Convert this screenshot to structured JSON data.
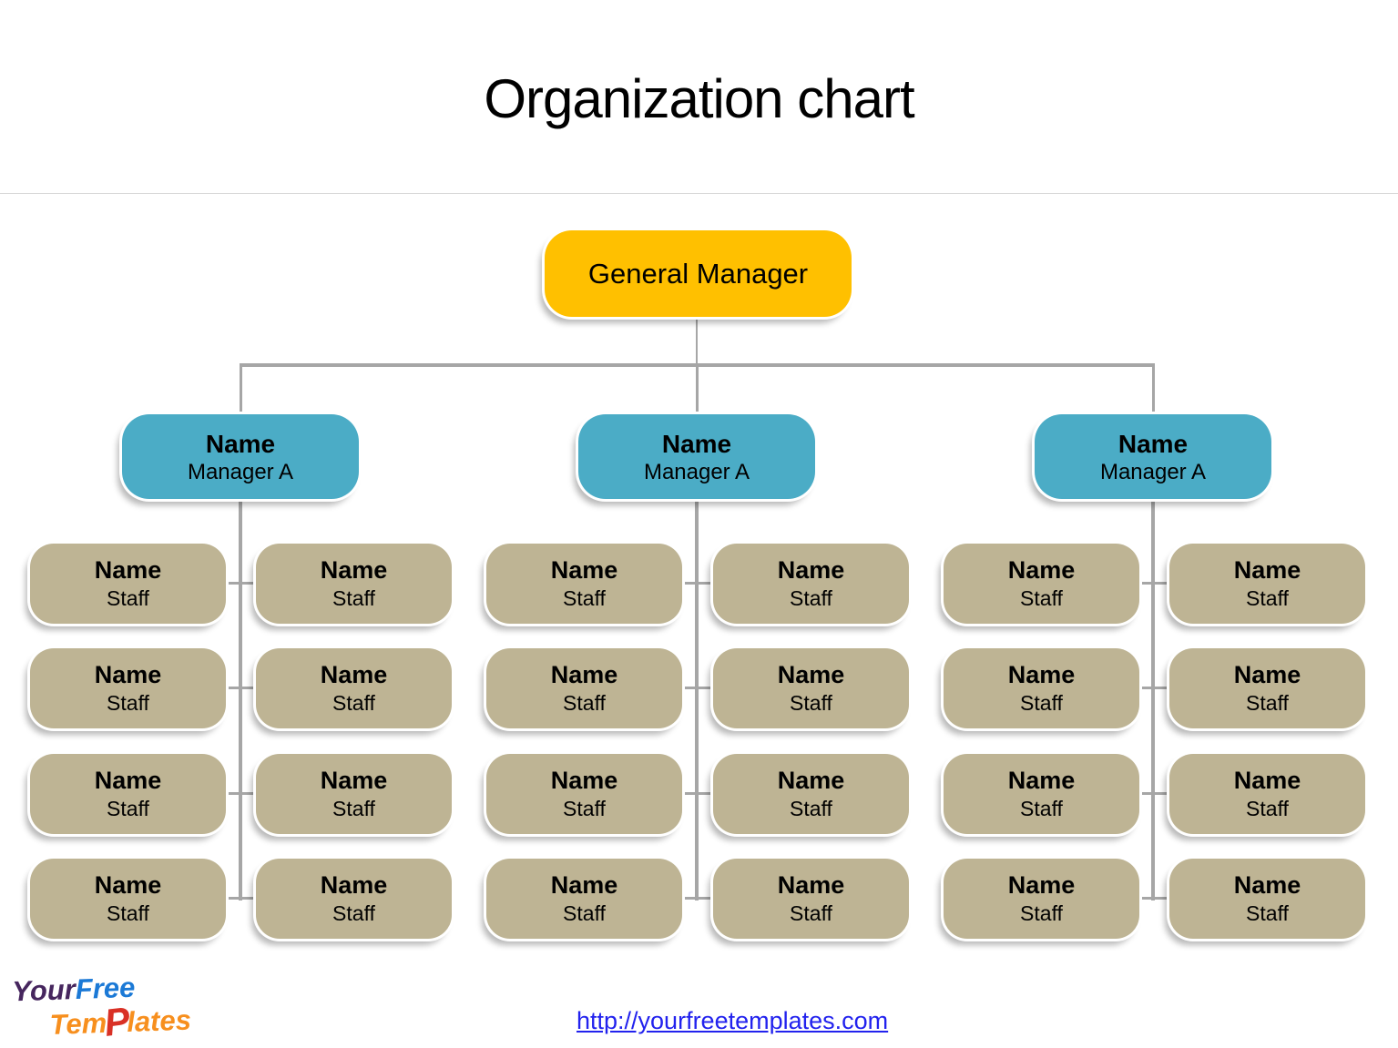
{
  "slide": {
    "title": "Organization chart"
  },
  "org_chart": {
    "root": {
      "label": "General Manager"
    },
    "groups": [
      {
        "manager": {
          "name": "Name",
          "role": "Manager A"
        },
        "staff": [
          {
            "name": "Name",
            "role": "Staff"
          },
          {
            "name": "Name",
            "role": "Staff"
          },
          {
            "name": "Name",
            "role": "Staff"
          },
          {
            "name": "Name",
            "role": "Staff"
          },
          {
            "name": "Name",
            "role": "Staff"
          },
          {
            "name": "Name",
            "role": "Staff"
          },
          {
            "name": "Name",
            "role": "Staff"
          },
          {
            "name": "Name",
            "role": "Staff"
          }
        ]
      },
      {
        "manager": {
          "name": "Name",
          "role": "Manager A"
        },
        "staff": [
          {
            "name": "Name",
            "role": "Staff"
          },
          {
            "name": "Name",
            "role": "Staff"
          },
          {
            "name": "Name",
            "role": "Staff"
          },
          {
            "name": "Name",
            "role": "Staff"
          },
          {
            "name": "Name",
            "role": "Staff"
          },
          {
            "name": "Name",
            "role": "Staff"
          },
          {
            "name": "Name",
            "role": "Staff"
          },
          {
            "name": "Name",
            "role": "Staff"
          }
        ]
      },
      {
        "manager": {
          "name": "Name",
          "role": "Manager A"
        },
        "staff": [
          {
            "name": "Name",
            "role": "Staff"
          },
          {
            "name": "Name",
            "role": "Staff"
          },
          {
            "name": "Name",
            "role": "Staff"
          },
          {
            "name": "Name",
            "role": "Staff"
          },
          {
            "name": "Name",
            "role": "Staff"
          },
          {
            "name": "Name",
            "role": "Staff"
          },
          {
            "name": "Name",
            "role": "Staff"
          },
          {
            "name": "Name",
            "role": "Staff"
          }
        ]
      }
    ]
  },
  "footer": {
    "logo": {
      "word1": "Your",
      "word2": "Free",
      "word3_pre": "Tem",
      "word3_p": "P",
      "word3_post": "lates"
    },
    "link": "http://yourfreetemplates.com"
  },
  "colors": {
    "root_fill": "#FFC000",
    "manager_fill": "#4BACC6",
    "staff_fill": "#BEB494",
    "connector": "#A6A6A6",
    "divider": "#D8D8D8",
    "link": "#2222EE",
    "logo_your": "#46265E",
    "logo_free": "#1B79D6",
    "logo_templates": "#F78F1E",
    "logo_p": "#D93025"
  }
}
